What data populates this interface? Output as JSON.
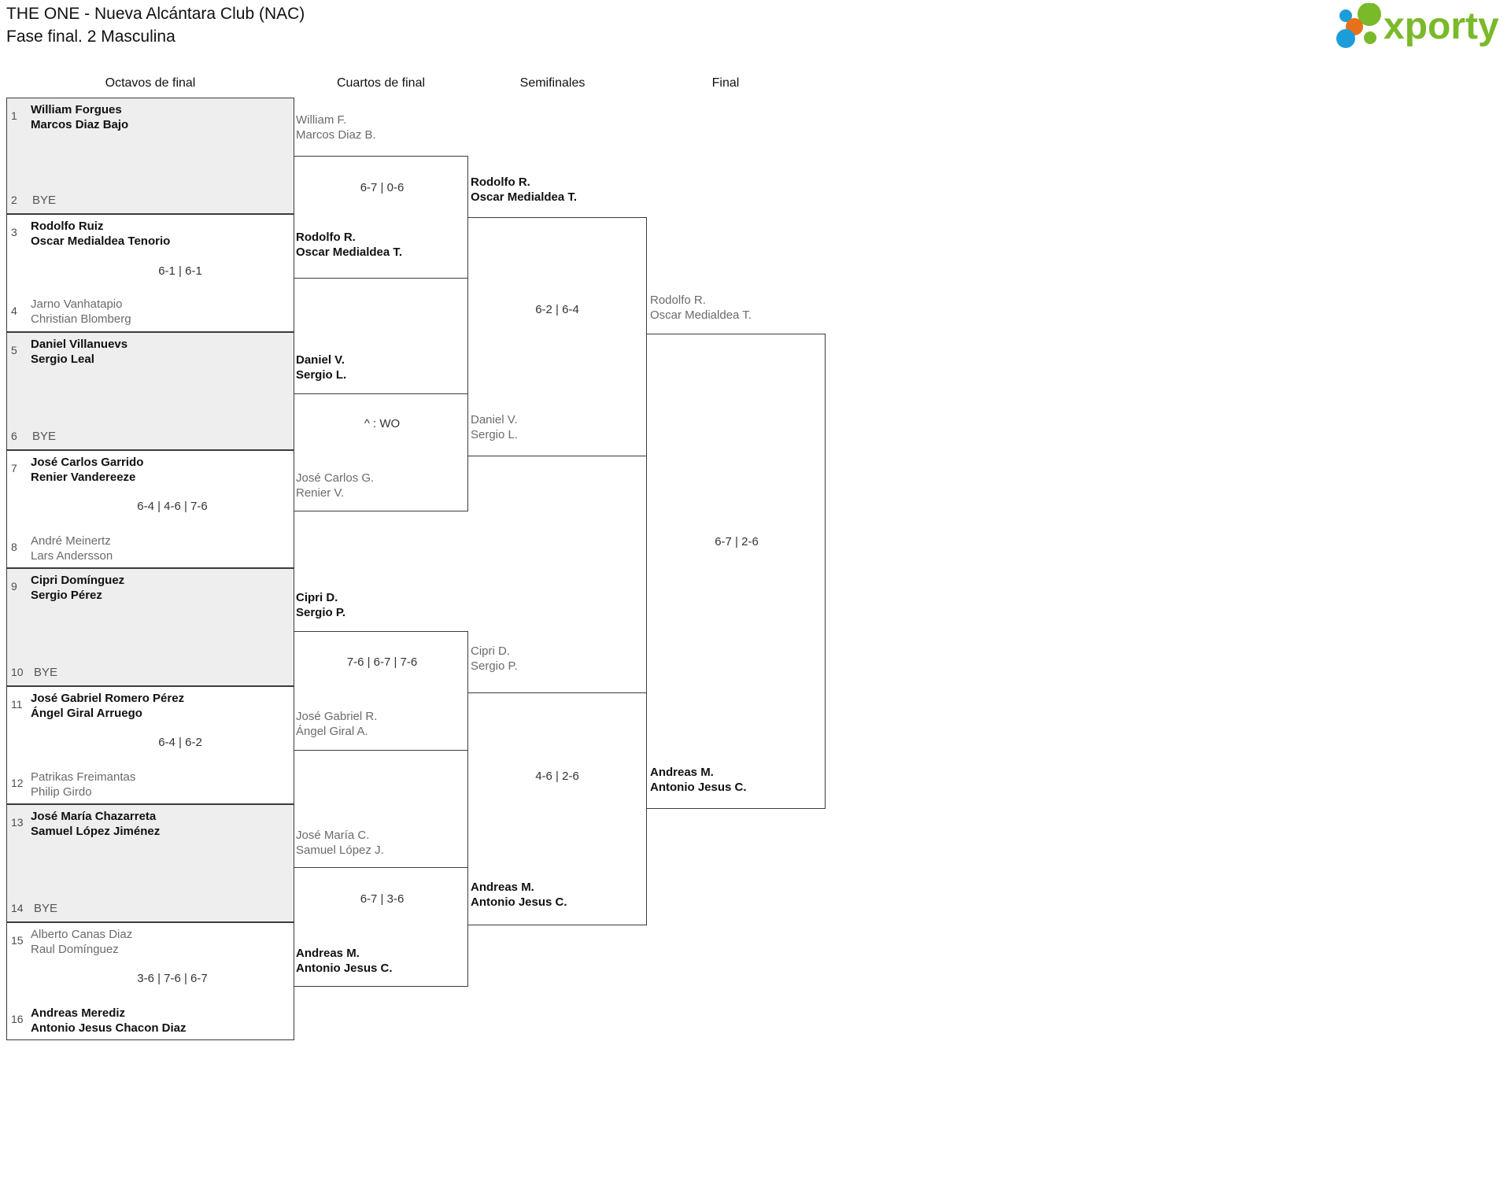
{
  "header": {
    "title_line1": "THE ONE - Nueva Alcántara Club (NAC)",
    "title_line2": "Fase final. 2 Masculina",
    "logo_text": "xporty",
    "logo_colors": {
      "green": "#7ab929",
      "blue": "#1b9dd9",
      "orange": "#e8701a"
    }
  },
  "rounds": [
    {
      "label": "Octavos de final"
    },
    {
      "label": "Cuartos de final"
    },
    {
      "label": "Semifinales"
    },
    {
      "label": "Final"
    }
  ],
  "round1": [
    {
      "bye": true,
      "seed_top": "1",
      "seed_bottom": "2",
      "top_p1": "William Forgues",
      "top_p2": "Marcos Diaz Bajo",
      "top_state": "win",
      "bottom_label": "BYE",
      "score": ""
    },
    {
      "bye": false,
      "seed_top": "3",
      "seed_bottom": "4",
      "top_p1": "Rodolfo Ruiz",
      "top_p2": "Oscar Medialdea Tenorio",
      "top_state": "win",
      "bot_p1": "Jarno Vanhatapio",
      "bot_p2": "Christian Blomberg",
      "bot_state": "lose",
      "score": "6-1 | 6-1"
    },
    {
      "bye": true,
      "seed_top": "5",
      "seed_bottom": "6",
      "top_p1": "Daniel Villanuevs",
      "top_p2": "Sergio Leal",
      "top_state": "win",
      "bottom_label": "BYE",
      "score": ""
    },
    {
      "bye": false,
      "seed_top": "7",
      "seed_bottom": "8",
      "top_p1": "José Carlos Garrido",
      "top_p2": "Renier Vandereeze",
      "top_state": "win",
      "bot_p1": "André Meinertz",
      "bot_p2": "Lars Andersson",
      "bot_state": "lose",
      "score": "6-4 | 4-6 | 7-6"
    },
    {
      "bye": true,
      "seed_top": "9",
      "seed_bottom": "10",
      "top_p1": "Cipri Domínguez",
      "top_p2": "Sergio Pérez",
      "top_state": "win",
      "bottom_label": "BYE",
      "score": ""
    },
    {
      "bye": false,
      "seed_top": "11",
      "seed_bottom": "12",
      "top_p1": "José Gabriel Romero Pérez",
      "top_p2": "Ángel Giral Arruego",
      "top_state": "win",
      "bot_p1": "Patrikas Freimantas",
      "bot_p2": "Philip Girdo",
      "bot_state": "lose",
      "score": "6-4 | 6-2"
    },
    {
      "bye": true,
      "seed_top": "13",
      "seed_bottom": "14",
      "top_p1": "José María Chazarreta",
      "top_p2": "Samuel López Jiménez",
      "top_state": "win",
      "bottom_label": "BYE",
      "score": ""
    },
    {
      "bye": false,
      "seed_top": "15",
      "seed_bottom": "16",
      "top_p1": "Alberto Canas Diaz",
      "top_p2": "Raul Domínguez",
      "top_state": "lose",
      "bot_p1": "Andreas Merediz",
      "bot_p2": "Antonio Jesus Chacon Diaz",
      "bot_state": "win",
      "score": "3-6 | 7-6 | 6-7"
    }
  ],
  "round2": [
    {
      "top_p1": "William F.",
      "top_p2": "Marcos Diaz B.",
      "top_state": "lose",
      "bot_p1": "Rodolfo R.",
      "bot_p2": "Oscar Medialdea T.",
      "bot_state": "win",
      "score": "6-7 | 0-6"
    },
    {
      "top_p1": "Daniel V.",
      "top_p2": "Sergio L.",
      "top_state": "win",
      "bot_p1": "José Carlos G.",
      "bot_p2": "Renier V.",
      "bot_state": "lose",
      "score": "^ : WO"
    },
    {
      "top_p1": "Cipri D.",
      "top_p2": "Sergio P.",
      "top_state": "win",
      "bot_p1": "José Gabriel R.",
      "bot_p2": "Ángel Giral A.",
      "bot_state": "lose",
      "score": "7-6 | 6-7 | 7-6"
    },
    {
      "top_p1": "José María C.",
      "top_p2": "Samuel López J.",
      "top_state": "lose",
      "bot_p1": "Andreas M.",
      "bot_p2": "Antonio Jesus C.",
      "bot_state": "win",
      "score": "6-7 | 3-6"
    }
  ],
  "round3": [
    {
      "top_p1": "Rodolfo R.",
      "top_p2": "Oscar Medialdea T.",
      "top_state": "win",
      "bot_p1": "Daniel V.",
      "bot_p2": "Sergio L.",
      "bot_state": "lose",
      "score": "6-2 | 6-4"
    },
    {
      "top_p1": "Cipri D.",
      "top_p2": "Sergio P.",
      "top_state": "lose",
      "bot_p1": "Andreas M.",
      "bot_p2": "Antonio Jesus C.",
      "bot_state": "win",
      "score": "4-6 | 2-6"
    }
  ],
  "round4": [
    {
      "top_p1": "Rodolfo R.",
      "top_p2": "Oscar Medialdea T.",
      "top_state": "lose",
      "bot_p1": "Andreas M.",
      "bot_p2": "Antonio Jesus C.",
      "bot_state": "win",
      "score": "6-7 | 2-6"
    }
  ]
}
